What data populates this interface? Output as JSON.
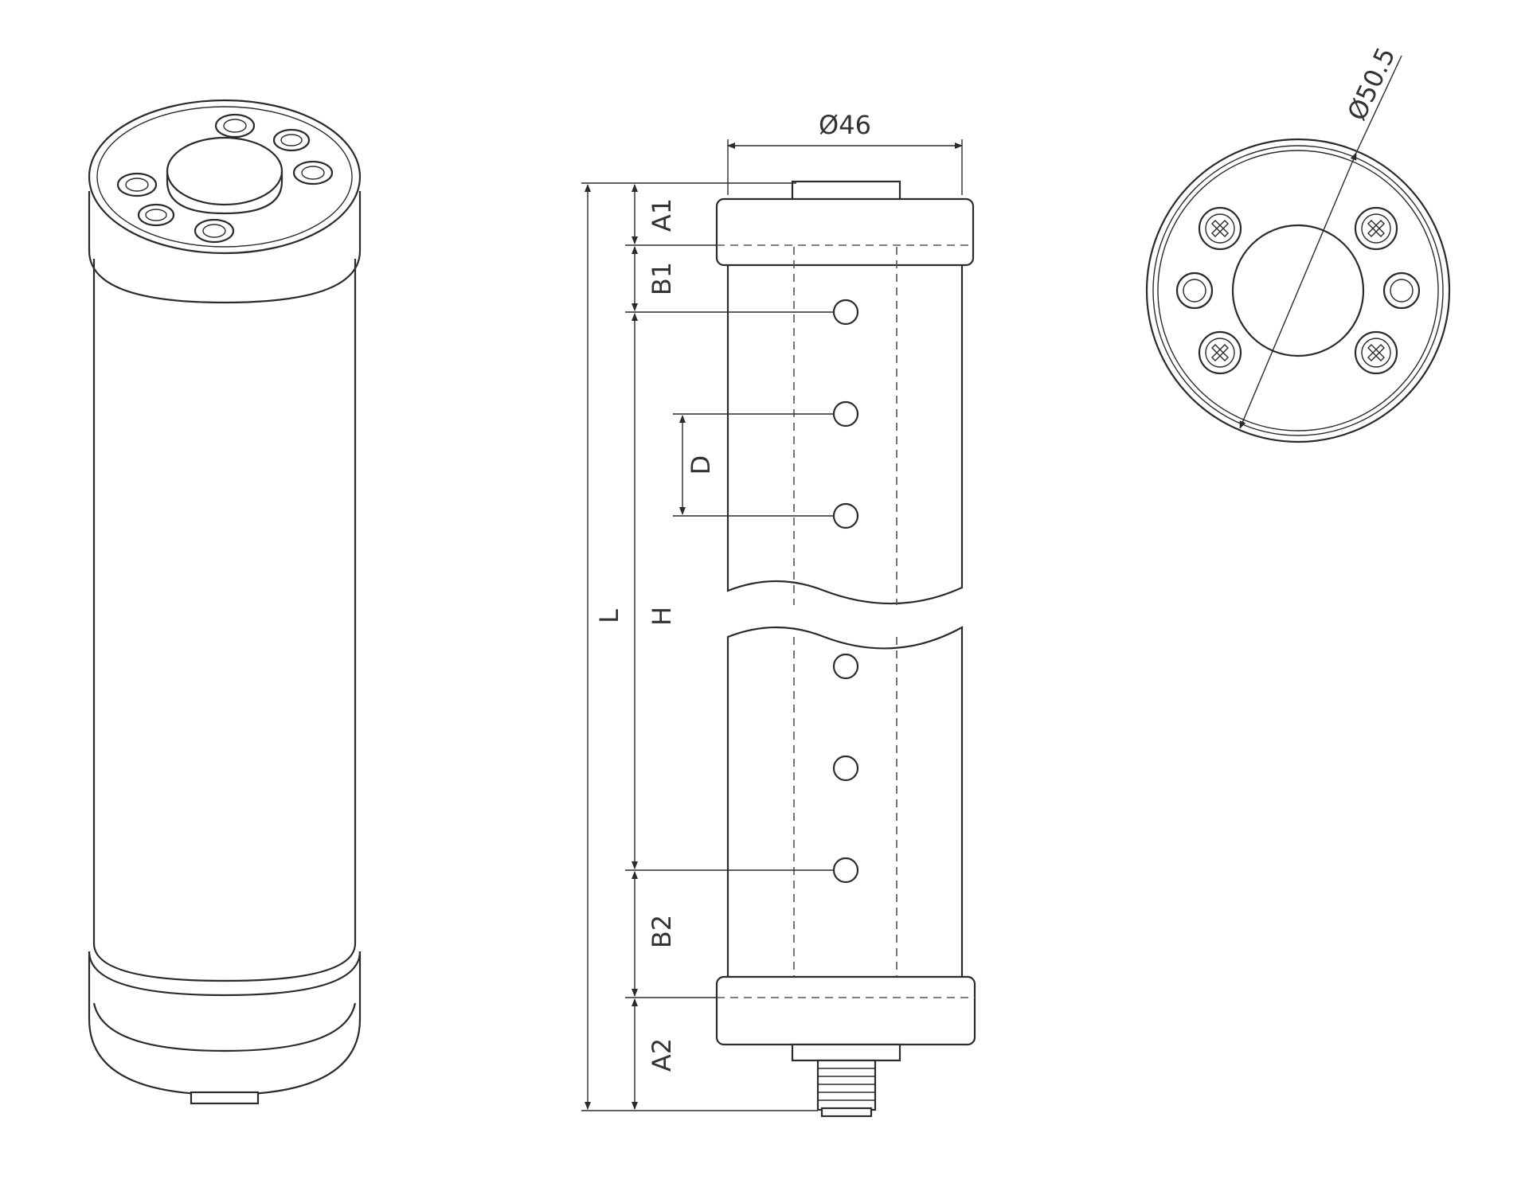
{
  "labels": {
    "width_dim": "Ø46",
    "diameter_dim": "Ø50.5",
    "A1": "A1",
    "B1": "B1",
    "D": "D",
    "L": "L",
    "H": "H",
    "B2": "B2",
    "A2": "A2"
  },
  "colors": {
    "line": "#2b2b2b",
    "background": "#ffffff"
  }
}
